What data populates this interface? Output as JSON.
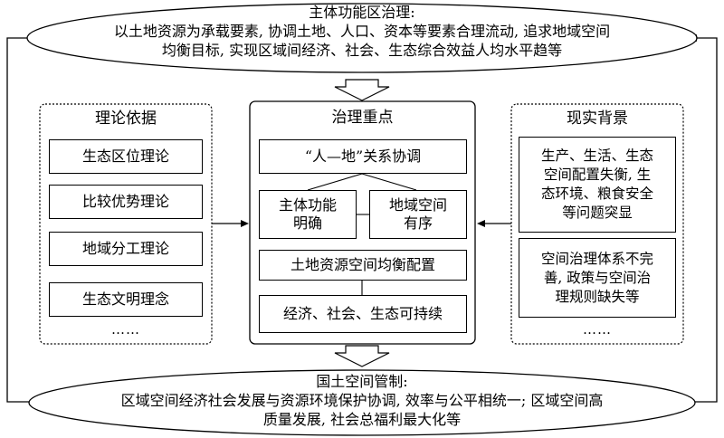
{
  "top_ellipse": {
    "title": "主体功能区治理:",
    "line1": "以土地资源为承载要素, 协调土地、人口、资本等要素合理流动, 追求地域空间",
    "line2": "均衡目标, 实现区域间经济、社会、生态综合效益人均水平趋等"
  },
  "bottom_ellipse": {
    "title": "国土空间管制:",
    "line1": "区域空间经济社会发展与资源环境保护协调, 效率与公平相统一; 区域空间高",
    "line2": "质量发展, 社会总福利最大化等"
  },
  "left_panel": {
    "title": "理论依据",
    "items": [
      "生态区位理论",
      "比较优势理论",
      "地域分工理论",
      "生态文明理念"
    ],
    "ellipsis": "……"
  },
  "center_panel": {
    "title": "治理重点",
    "top_box": "“人—地”关系协调",
    "mid_left": [
      "主体功能",
      "明确"
    ],
    "mid_right": [
      "地域空间",
      "有序"
    ],
    "balance_box": "土地资源空间均衡配置",
    "bottom_box": "经济、社会、生态可持续"
  },
  "right_panel": {
    "title": "现实背景",
    "box1": [
      "生产、生活、生态",
      "空间配置失衡, 生",
      "态环境、粮食安全",
      "等问题突显"
    ],
    "box2": [
      "空间治理体系不完",
      "善, 政策与空间治",
      "理规则缺失等"
    ],
    "ellipsis": "……"
  }
}
